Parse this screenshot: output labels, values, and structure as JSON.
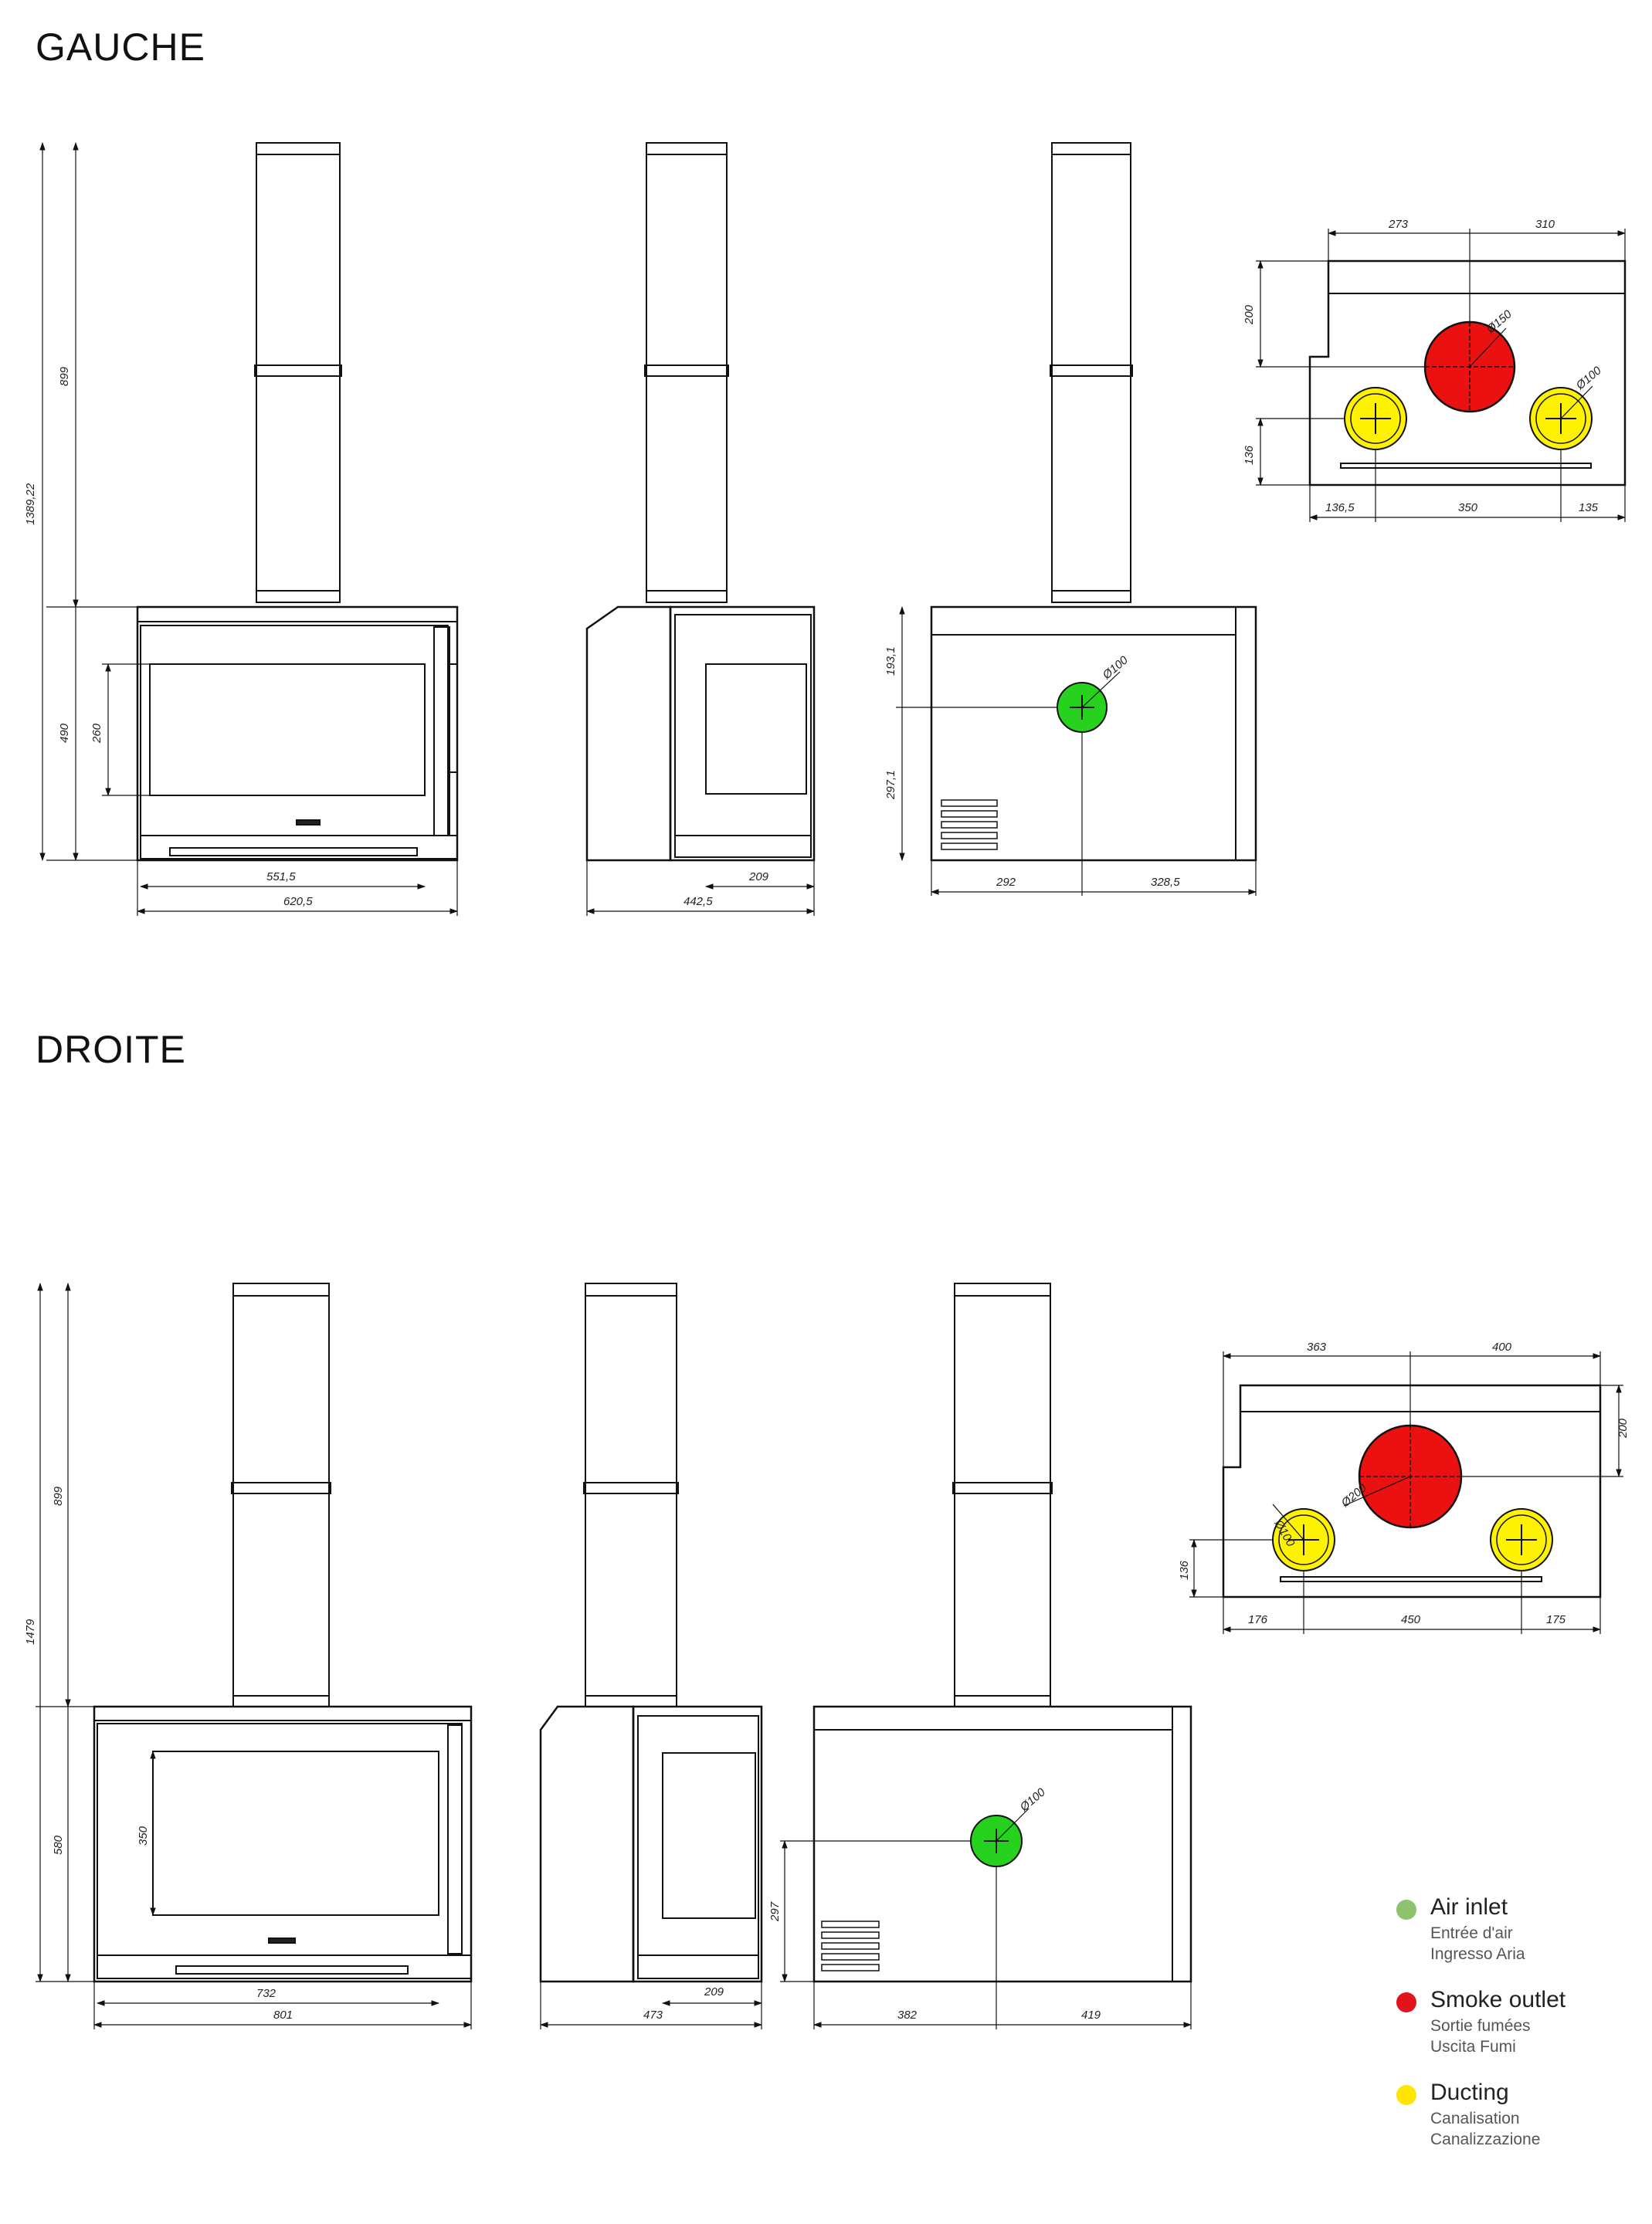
{
  "sections": {
    "left_title": "GAUCHE",
    "right_title": "DROITE"
  },
  "colors": {
    "air_inlet": "#8dc26f",
    "smoke_outlet": "#e3131b",
    "ducting": "#ffe500",
    "air_inlet_fill": "#27d21f",
    "smoke_fill": "#ec1111",
    "ducting_fill": "#fff200"
  },
  "gauche": {
    "height_total": "1389,22",
    "height_flue": "899",
    "height_body": "490",
    "glass_height": "260",
    "glass_width": "551,5",
    "front_width": "620,5",
    "side_depth": "442,5",
    "side_offset": "209",
    "back_top": "193,1",
    "back_bottom": "297,1",
    "back_left": "292",
    "back_right": "328,5",
    "air_diameter": "Ø100",
    "top_left": "273",
    "top_right": "310",
    "top_depth": "200",
    "top_duct_height": "136",
    "top_b1": "136,5",
    "top_b2": "350",
    "top_b3": "135",
    "smoke_diameter": "Ø150",
    "duct_diameter": "Ø100"
  },
  "droite": {
    "height_total": "1479",
    "height_flue": "899",
    "height_body": "580",
    "glass_height": "350",
    "glass_width": "732",
    "front_width": "801",
    "side_depth": "473",
    "side_offset": "209",
    "back_bottom": "297",
    "back_left": "382",
    "back_right": "419",
    "air_diameter": "Ø100",
    "top_left": "363",
    "top_right": "400",
    "top_depth": "200",
    "top_duct_height": "136",
    "top_b1": "176",
    "top_b2": "450",
    "top_b3": "175",
    "smoke_diameter": "Ø200",
    "duct_diameter": "Ø100"
  },
  "legend": {
    "air_inlet": {
      "title": "Air inlet",
      "fr": "Entrée d'air",
      "it": "Ingresso Aria"
    },
    "smoke_outlet": {
      "title": "Smoke outlet",
      "fr": "Sortie fumées",
      "it": "Uscita Fumi"
    },
    "ducting": {
      "title": "Ducting",
      "fr": "Canalisation",
      "it": "Canalizzazione"
    }
  }
}
